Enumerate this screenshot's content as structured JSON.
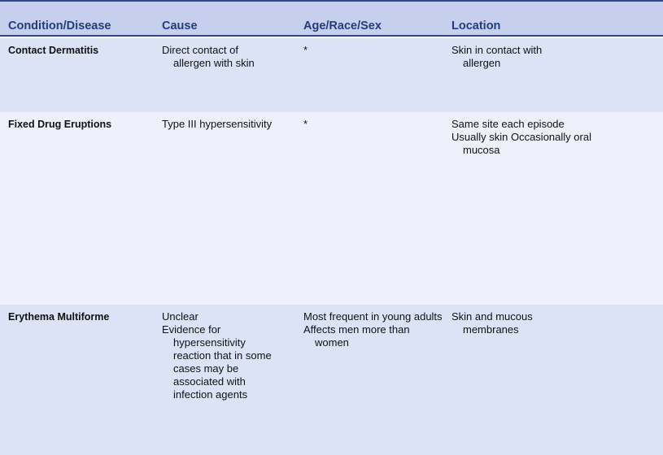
{
  "headers": [
    "Condition/Disease",
    "Cause",
    "Age/Race/Sex",
    "Location"
  ],
  "rows": [
    {
      "condition": "Contact Dermatitis",
      "cause": [
        "Direct contact of allergen with skin"
      ],
      "age": [
        "*"
      ],
      "location": [
        "Skin in contact with allergen"
      ]
    },
    {
      "condition": "Fixed Drug Eruptions",
      "cause": [
        "Type III hypersensitivity"
      ],
      "age": [
        "*"
      ],
      "location": [
        "Same site each episode",
        "Usually skin Occasionally oral mucosa"
      ]
    },
    {
      "condition": "Erythema Multiforme",
      "cause": [
        "Unclear",
        "Evidence for hypersensitivity reaction that in some cases may be associated with infection agents"
      ],
      "age": [
        "Most frequent in young adults",
        "Affects men more than women"
      ],
      "location": [
        "Skin and mucous membranes"
      ]
    }
  ],
  "colors": {
    "header_bg": "#c7cfee",
    "header_text": "#1f3e7a",
    "rule": "#2a4a8c",
    "row_dark": "#dde3f6",
    "row_light": "#eef1fb"
  }
}
